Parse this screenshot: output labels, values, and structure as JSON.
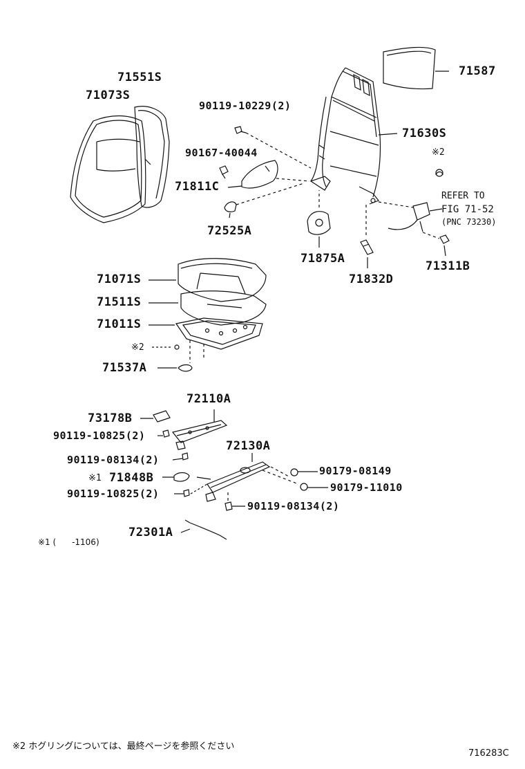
{
  "parts": {
    "p71551s": "71551S",
    "p71073s": "71073S",
    "p90119_10229": "90119-10229(2)",
    "p71587": "71587",
    "p71630s": "71630S",
    "p90167_40044": "90167-40044",
    "p71811c": "71811C",
    "p72525a": "72525A",
    "p71875a": "71875A",
    "p71832d": "71832D",
    "p71311b": "71311B",
    "p71071s": "71071S",
    "p71511s": "71511S",
    "p71011s": "71011S",
    "p71537a": "71537A",
    "p72110a": "72110A",
    "p73178b": "73178B",
    "p90119_10825_a": "90119-10825(2)",
    "p90119_08134_a": "90119-08134(2)",
    "p72130a": "72130A",
    "p90179_08149": "90179-08149",
    "p90179_11010": "90179-11010",
    "p71848b": "71848B",
    "p90119_10825_b": "90119-10825(2)",
    "p90119_08134_b": "90119-08134(2)",
    "p72301a": "72301A"
  },
  "refer": {
    "line1": "REFER TO",
    "line2": "FIG 71-52",
    "line3": "(PNC 73230)"
  },
  "marks": {
    "mark2_top": "※2",
    "mark2_mid": "※2",
    "mark1_label": "※1"
  },
  "footnotes": {
    "note1": "※1 (      -1106)",
    "note2": "※2  ホグリングについては、最終ページを参照ください"
  },
  "figure_id": "716283C",
  "colors": {
    "line": "#111111",
    "background": "#ffffff"
  }
}
